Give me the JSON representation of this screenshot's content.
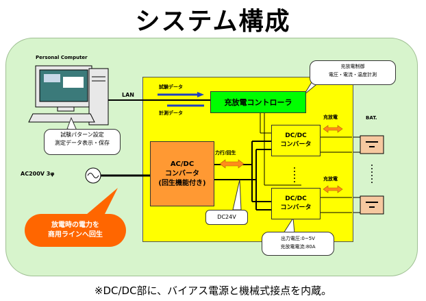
{
  "title": "システム構成",
  "pc_label": "Personal Computer",
  "lan_label": "LAN",
  "test_data_label": "試験データ",
  "result_data_label": "計測データ",
  "pc_note": {
    "line1": "試験パターン設定",
    "line2": "測定データ表示・保存"
  },
  "controller_label": "充放電コントローラ",
  "controller_note": {
    "line1": "充放電制御",
    "line2": "電圧・電流・温度計測"
  },
  "ac_input_label": "AC200V 3φ",
  "acdc": {
    "line1": "AC/DC",
    "line2": "コンバータ",
    "line3": "(回生機能付き)"
  },
  "power_label": "力行/回生",
  "dc_voltage_label": "DC24V",
  "dcdc_1": {
    "line1": "DC/DC",
    "line2": "コンバータ"
  },
  "dcdc_2": {
    "line1": "DC/DC",
    "line2": "コンバータ"
  },
  "charge_label_1": "充放電",
  "charge_label_2": "充放電",
  "bat_label": "BAT.",
  "output_note": {
    "line1": "出力電圧:0~5V",
    "line2": "充放電電流:80A"
  },
  "regen_note": {
    "line1": "放電時の電力を",
    "line2": "商用ラインへ回生"
  },
  "footer": "※DC/DC部に、バイアス電源と機械式接点を内蔵。",
  "colors": {
    "panel": "#d7f4cc",
    "yellow": "#ffff00",
    "controller": "#00ff00",
    "acdc": "#ff9933",
    "regen": "#ff6600",
    "arrow_blue": "#1f3fbf"
  }
}
